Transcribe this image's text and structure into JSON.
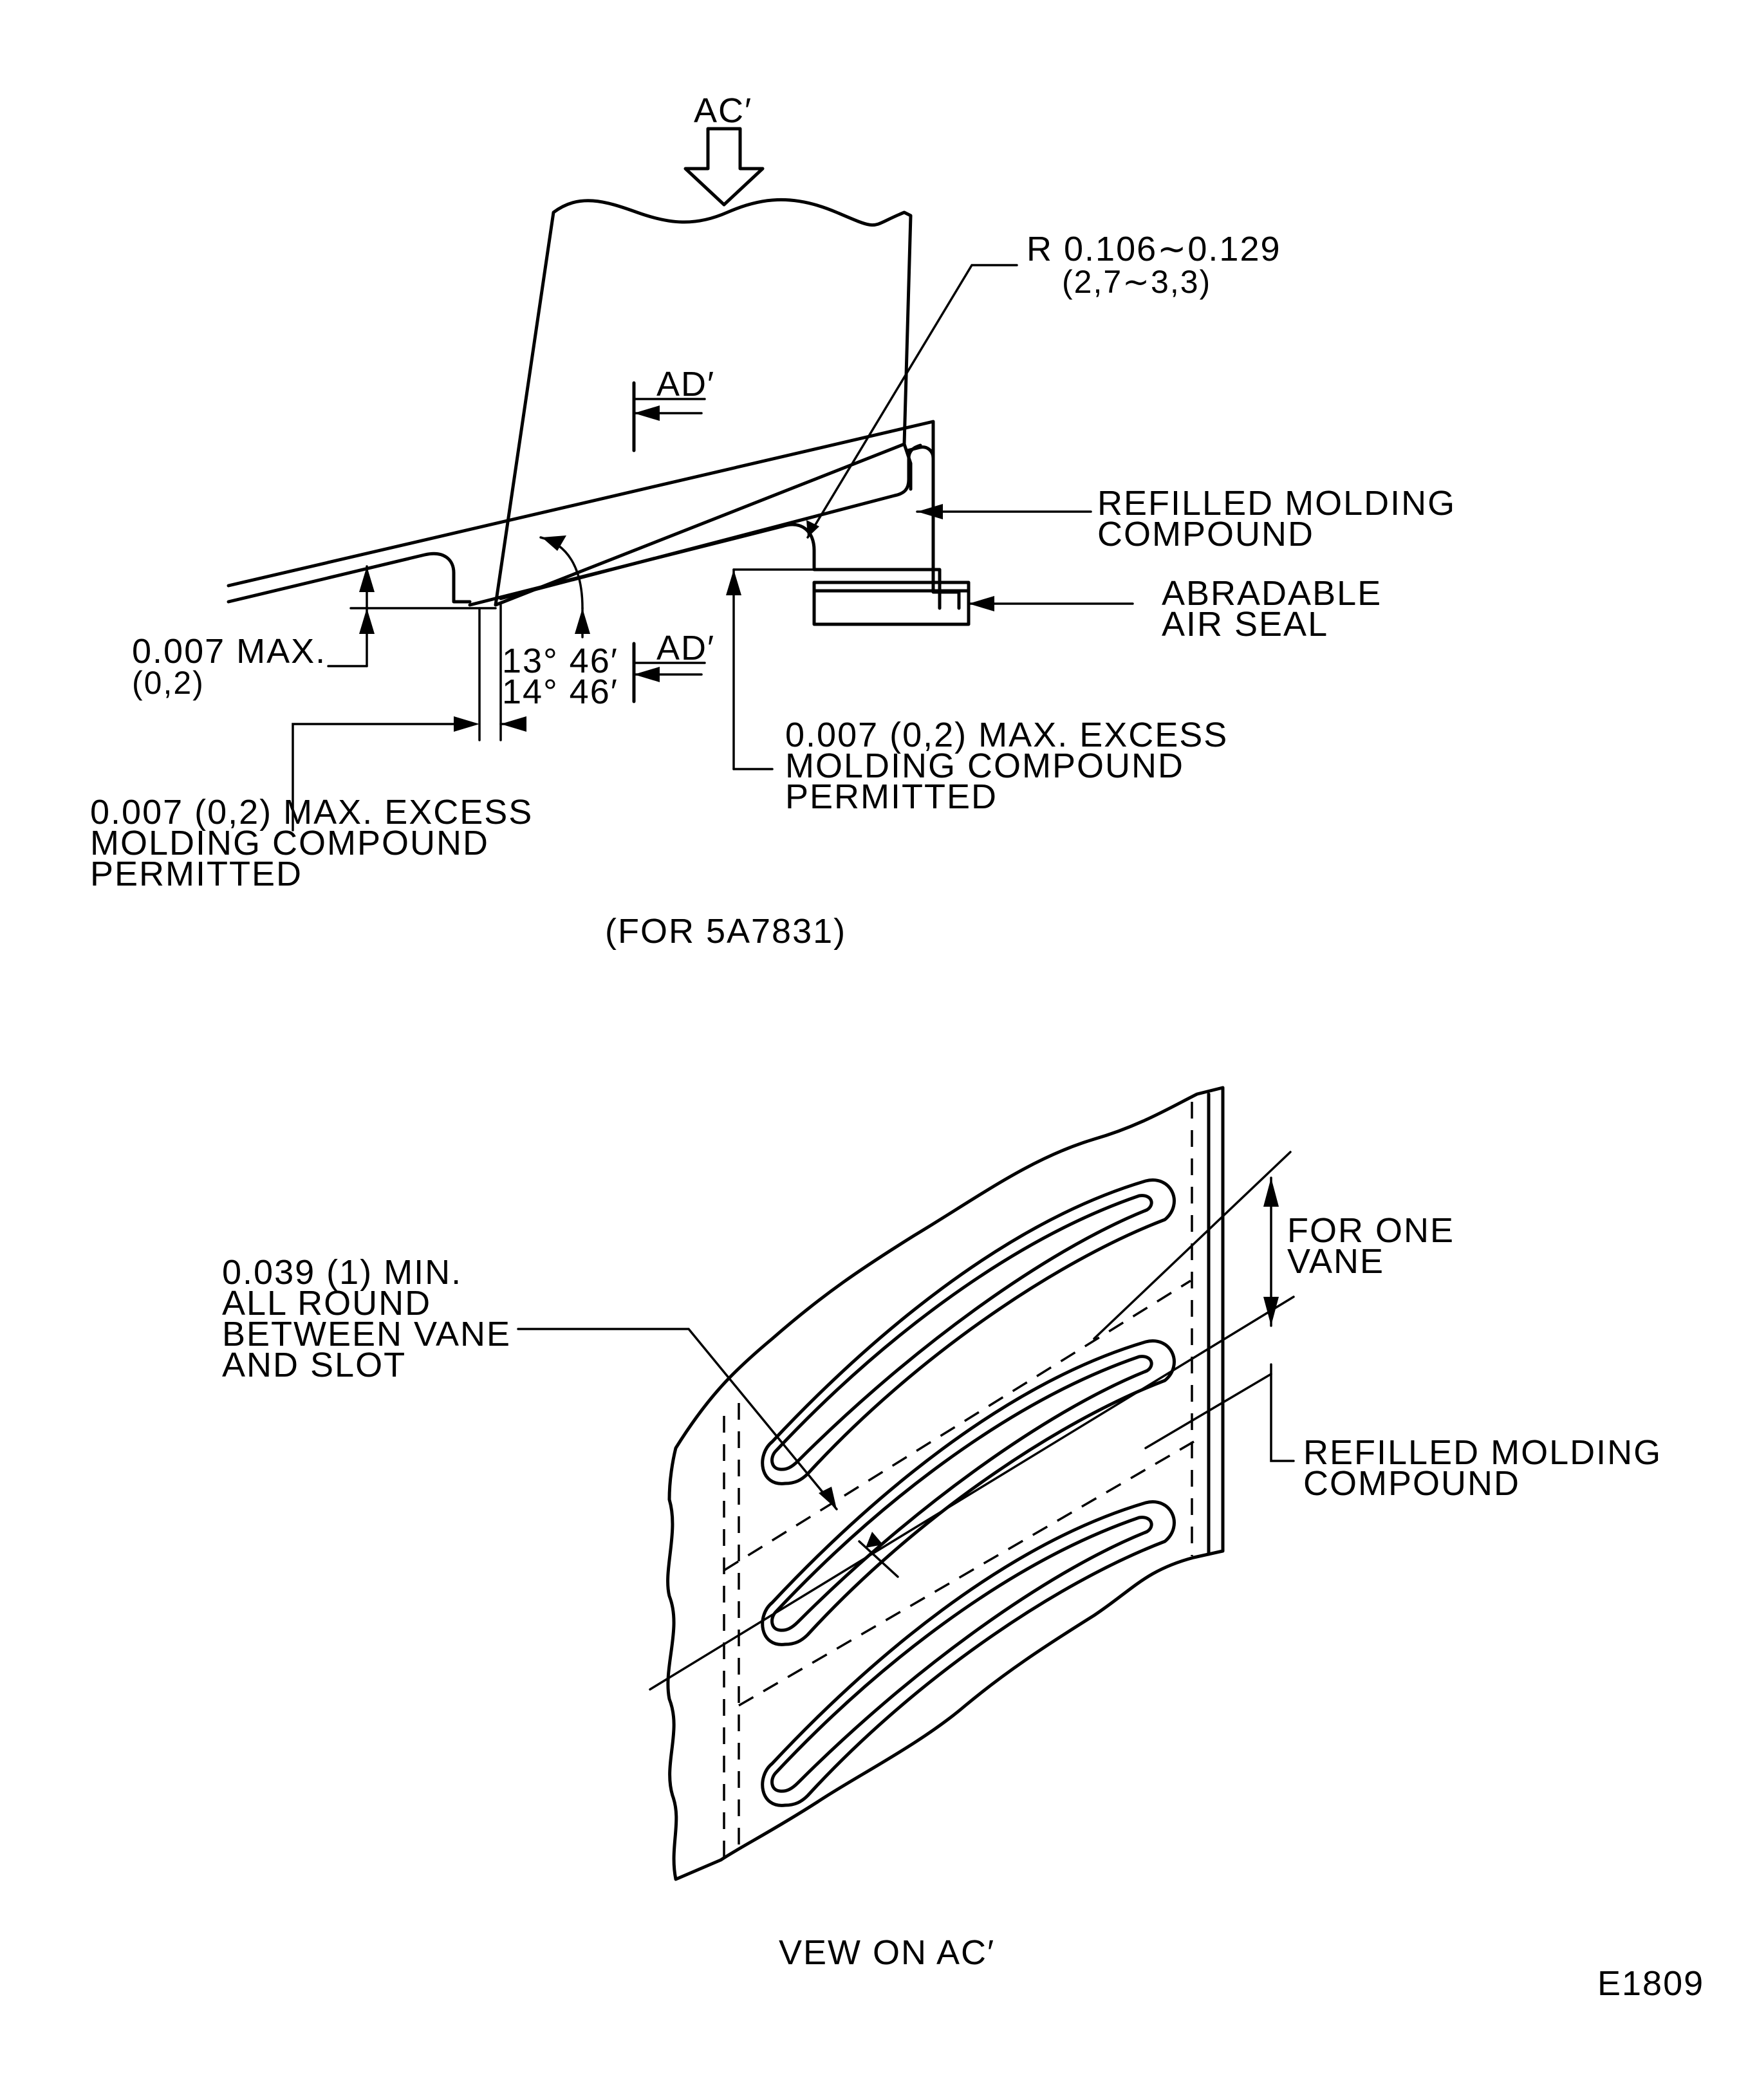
{
  "top_view": {
    "section_ac": "AC′",
    "section_ad_top": "AD′",
    "section_ad_bottom": "AD′",
    "radius_line1": "R 0.106∼0.129",
    "radius_line2": "(2,7∼3,3)",
    "refilled_line1": "REFILLED MOLDING",
    "refilled_line2": "COMPOUND",
    "abradable_line1": "ABRADABLE",
    "abradable_line2": "AIR SEAL",
    "max_line1": "0.007 MAX.",
    "max_line2": "(0,2)",
    "angle_line1": "13° 46′",
    "angle_line2": "14° 46′",
    "excess_right_line1": "0.007 (0,2) MAX. EXCESS",
    "excess_right_line2": "MOLDING COMPOUND",
    "excess_right_line3": "PERMITTED",
    "excess_left_line1": "0.007 (0,2) MAX. EXCESS",
    "excess_left_line2": "MOLDING COMPOUND",
    "excess_left_line3": "PERMITTED",
    "caption": "(FOR 5A7831)"
  },
  "bottom_view": {
    "clearance_line1": "0.039 (1) MIN.",
    "clearance_line2": "ALL ROUND",
    "clearance_line3": "BETWEEN VANE",
    "clearance_line4": "AND SLOT",
    "one_vane_line1": "FOR ONE",
    "one_vane_line2": "VANE",
    "refilled_line1": "REFILLED MOLDING",
    "refilled_line2": "COMPOUND",
    "caption": "VEW ON AC′"
  },
  "figure_id": "E1809"
}
